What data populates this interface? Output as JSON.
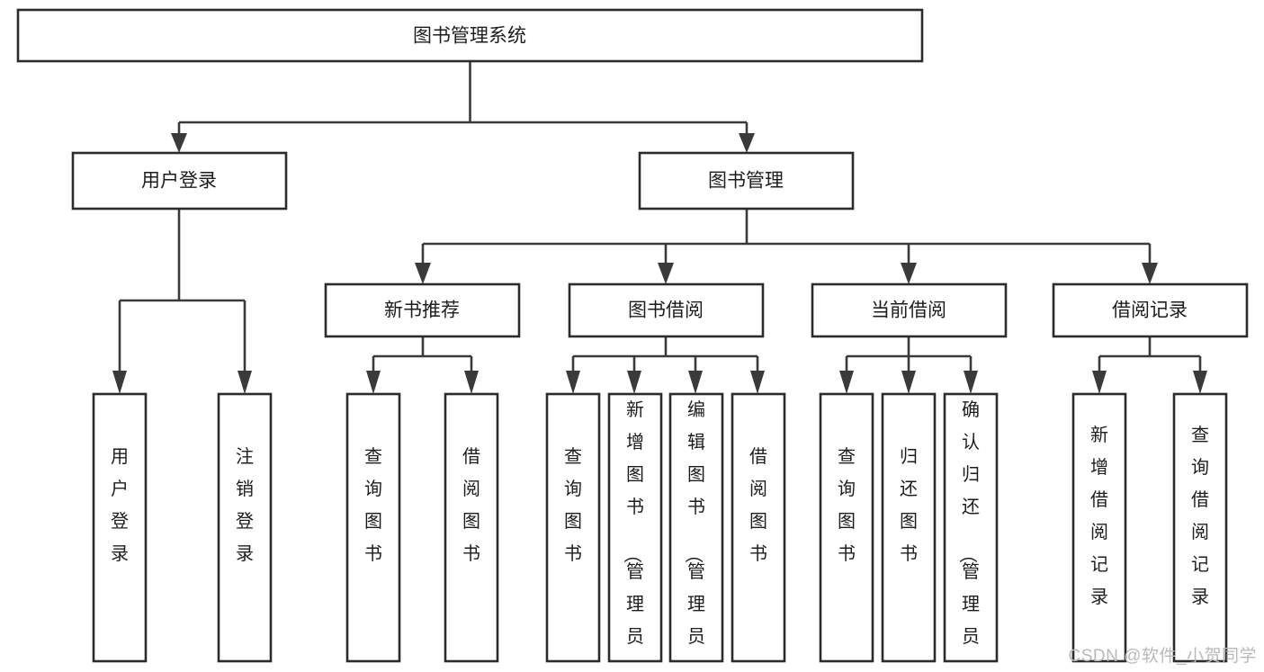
{
  "diagram": {
    "type": "tree",
    "title": "图书管理系统",
    "watermark": "CSDN @软件_小贺同学",
    "colors": {
      "stroke": "#2b2b2b",
      "connector": "#3a3a3a",
      "fill": "#ffffff",
      "text": "#1d1d1d",
      "watermark": "#b9b9b9"
    },
    "root": {
      "label": "图书管理系统"
    },
    "level2": [
      {
        "label": "用户登录"
      },
      {
        "label": "图书管理"
      }
    ],
    "level3": [
      {
        "label": "新书推荐"
      },
      {
        "label": "图书借阅"
      },
      {
        "label": "当前借阅"
      },
      {
        "label": "借阅记录"
      }
    ],
    "leaves": {
      "user_login": [
        {
          "label": "用户登录"
        },
        {
          "label": "注销登录"
        }
      ],
      "new_book_recommend": [
        {
          "label": "查询图书"
        },
        {
          "label": "借阅图书"
        }
      ],
      "book_borrow": [
        {
          "label": "查询图书"
        },
        {
          "label": "新增图书（管理员）"
        },
        {
          "label": "编辑图书（管理员）"
        },
        {
          "label": "借阅图书"
        }
      ],
      "current_borrow": [
        {
          "label": "查询图书"
        },
        {
          "label": "归还图书"
        },
        {
          "label": "确认归还（管理员）"
        }
      ],
      "borrow_record": [
        {
          "label": "新增借阅记录"
        },
        {
          "label": "查询借阅记录"
        }
      ]
    }
  }
}
